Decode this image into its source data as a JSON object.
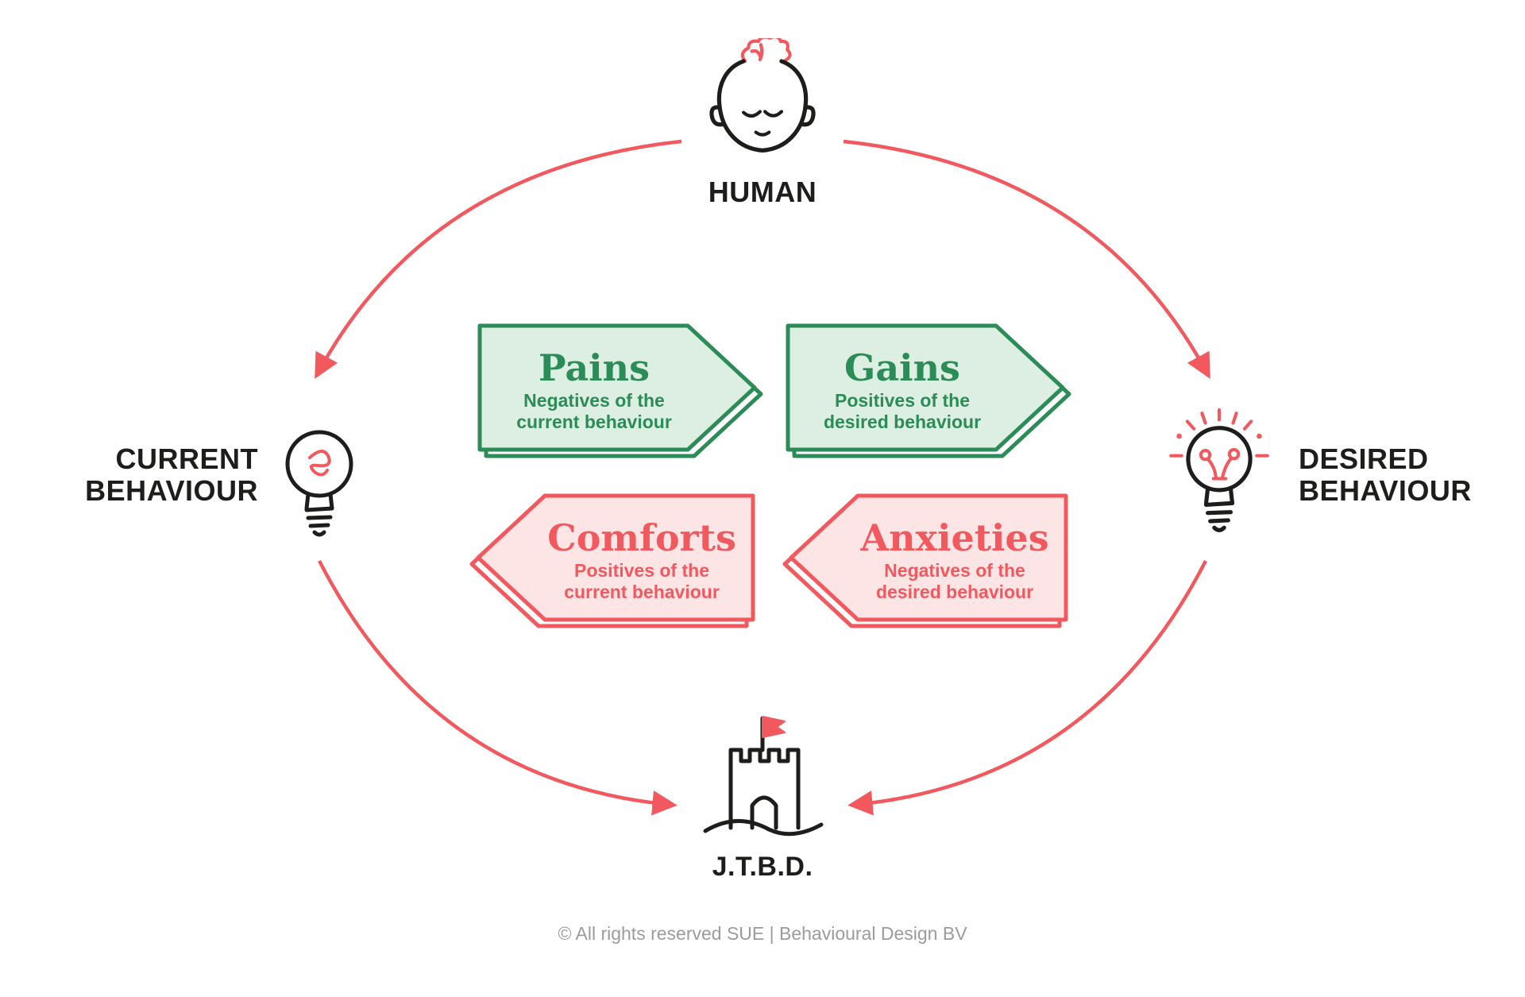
{
  "nodes": {
    "human": {
      "label": "HUMAN"
    },
    "current_behaviour": {
      "label": "CURRENT BEHAVIOUR"
    },
    "desired_behaviour": {
      "label": "DESIRED BEHAVIOUR"
    },
    "jtbd": {
      "label": "J.T.B.D."
    }
  },
  "badges": {
    "pains": {
      "title": "Pains",
      "subtitle": "Negatives of the current behaviour"
    },
    "gains": {
      "title": "Gains",
      "subtitle": "Positives of the desired behaviour"
    },
    "comforts": {
      "title": "Comforts",
      "subtitle": "Positives of the current behaviour"
    },
    "anxieties": {
      "title": "Anxieties",
      "subtitle": "Negatives of the desired behaviour"
    }
  },
  "footer": "© All rights reserved SUE | Behavioural Design BV",
  "colors": {
    "accent_red": "#F2595F",
    "green": "#2B8C57",
    "green_fill": "#DDEEE2",
    "red_fill": "#FDE5E5",
    "text": "#1D1D1B",
    "footer_gray": "#9B9B9B"
  }
}
